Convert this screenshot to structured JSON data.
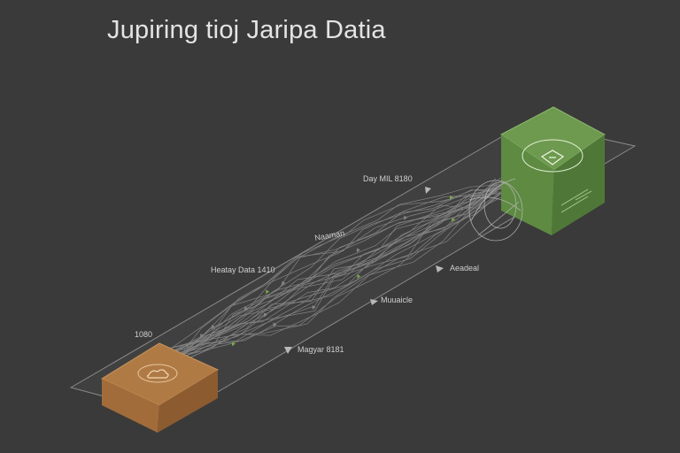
{
  "title": "Jupiring tioj Jaripa Datia",
  "source_block": {
    "label": "1080"
  },
  "destination_block": {
    "side_text": ""
  },
  "labels": {
    "top": "Day MIL 8180",
    "upper_left": "Naaman",
    "mid_left": "Heatay Data 1410",
    "right_upper": "Aeadeal",
    "right_mid": "Muuaicle",
    "bottom": "Magyar 8181"
  },
  "colors": {
    "background": "#3a3a3a",
    "source": "#b07a45",
    "destination": "#6e9a4f",
    "stream": "#9a9a9a",
    "accent": "#7fb24a"
  }
}
